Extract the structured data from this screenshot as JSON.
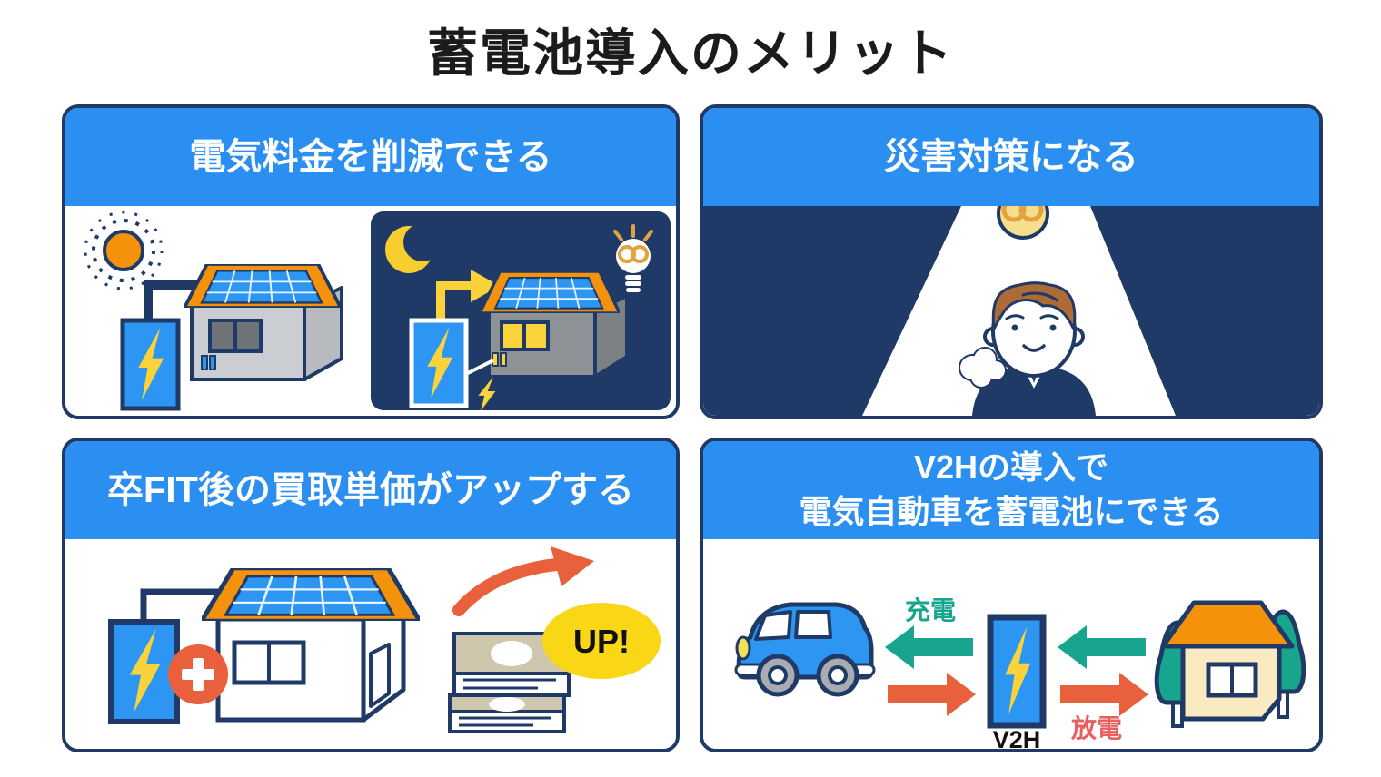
{
  "page": {
    "title": "蓄電池導入のメリット"
  },
  "panels": [
    {
      "id": "electric-bill",
      "header": "電気料金を削減できる"
    },
    {
      "id": "disaster",
      "header": "災害対策になる"
    },
    {
      "id": "fit",
      "header": "卒FIT後の買取単価がアップする"
    },
    {
      "id": "v2h",
      "header": "V2Hの導入で\n電気自動車を蓄電池にできる"
    }
  ],
  "labels": {
    "up": "UP!",
    "v2h": "V2H",
    "charge": "充電",
    "discharge": "放電"
  },
  "colors": {
    "header_blue": "#2b8ff2",
    "navy": "#1f3a67",
    "battery_blue": "#2d96f2",
    "bolt_yellow": "#f9d23c",
    "sun_orange": "#f5920b",
    "teal_green": "#17a58e",
    "arrow_red": "#e8603c",
    "discharge_red": "#e66060",
    "up_yellow": "#f9d616",
    "house_cream": "#faeac2"
  }
}
